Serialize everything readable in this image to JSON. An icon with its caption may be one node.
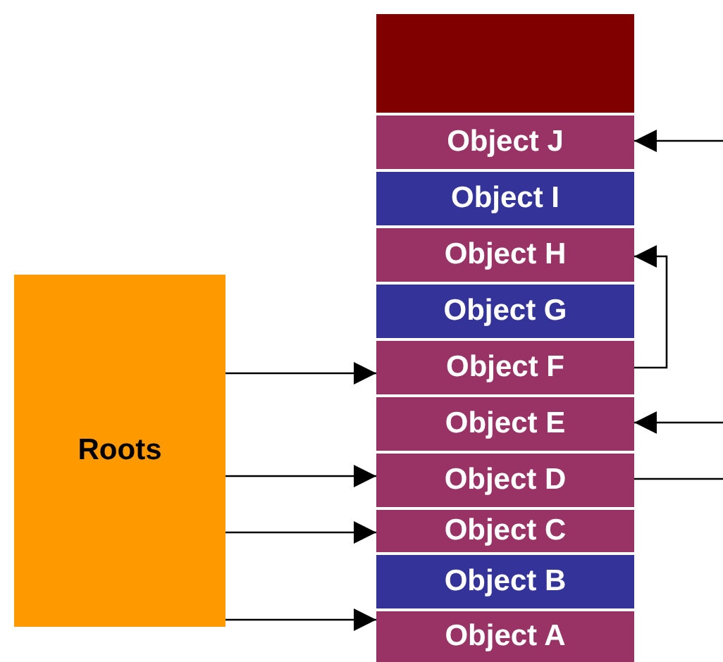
{
  "diagram": {
    "nodes": [
      {
        "text": [],
        "shape": "box"
      },
      {
        "text": [
          "Object J"
        ]
      },
      {
        "text": [
          "Object I"
        ]
      },
      {
        "text": [
          "Object H"
        ]
      },
      {
        "text": [
          "Object G"
        ]
      },
      {
        "text": [
          "Object F"
        ]
      },
      {
        "text": [
          "Object E"
        ]
      },
      {
        "text": [
          "Object D"
        ]
      },
      {
        "text": [
          "Object C"
        ]
      },
      {
        "text": [
          "Object B"
        ]
      },
      {
        "text": [
          "Object A"
        ]
      },
      {
        "text": [
          "Roots"
        ]
      }
    ],
    "edges": [
      {
        "from": 11,
        "to": 5,
        "arrow": "to"
      },
      {
        "from": 11,
        "to": 7,
        "arrow": "to"
      },
      {
        "from": 11,
        "to": 8,
        "arrow": "to"
      },
      {
        "from": 11,
        "to": 10,
        "arrow": "to"
      },
      {
        "from": null,
        "to": 1,
        "arrow": "to"
      },
      {
        "from": 5,
        "to": 3,
        "arrow": "to"
      },
      {
        "from": null,
        "to": 6,
        "arrow": "to"
      },
      {
        "from": 7,
        "to": null,
        "arrow": "none"
      }
    ]
  }
}
